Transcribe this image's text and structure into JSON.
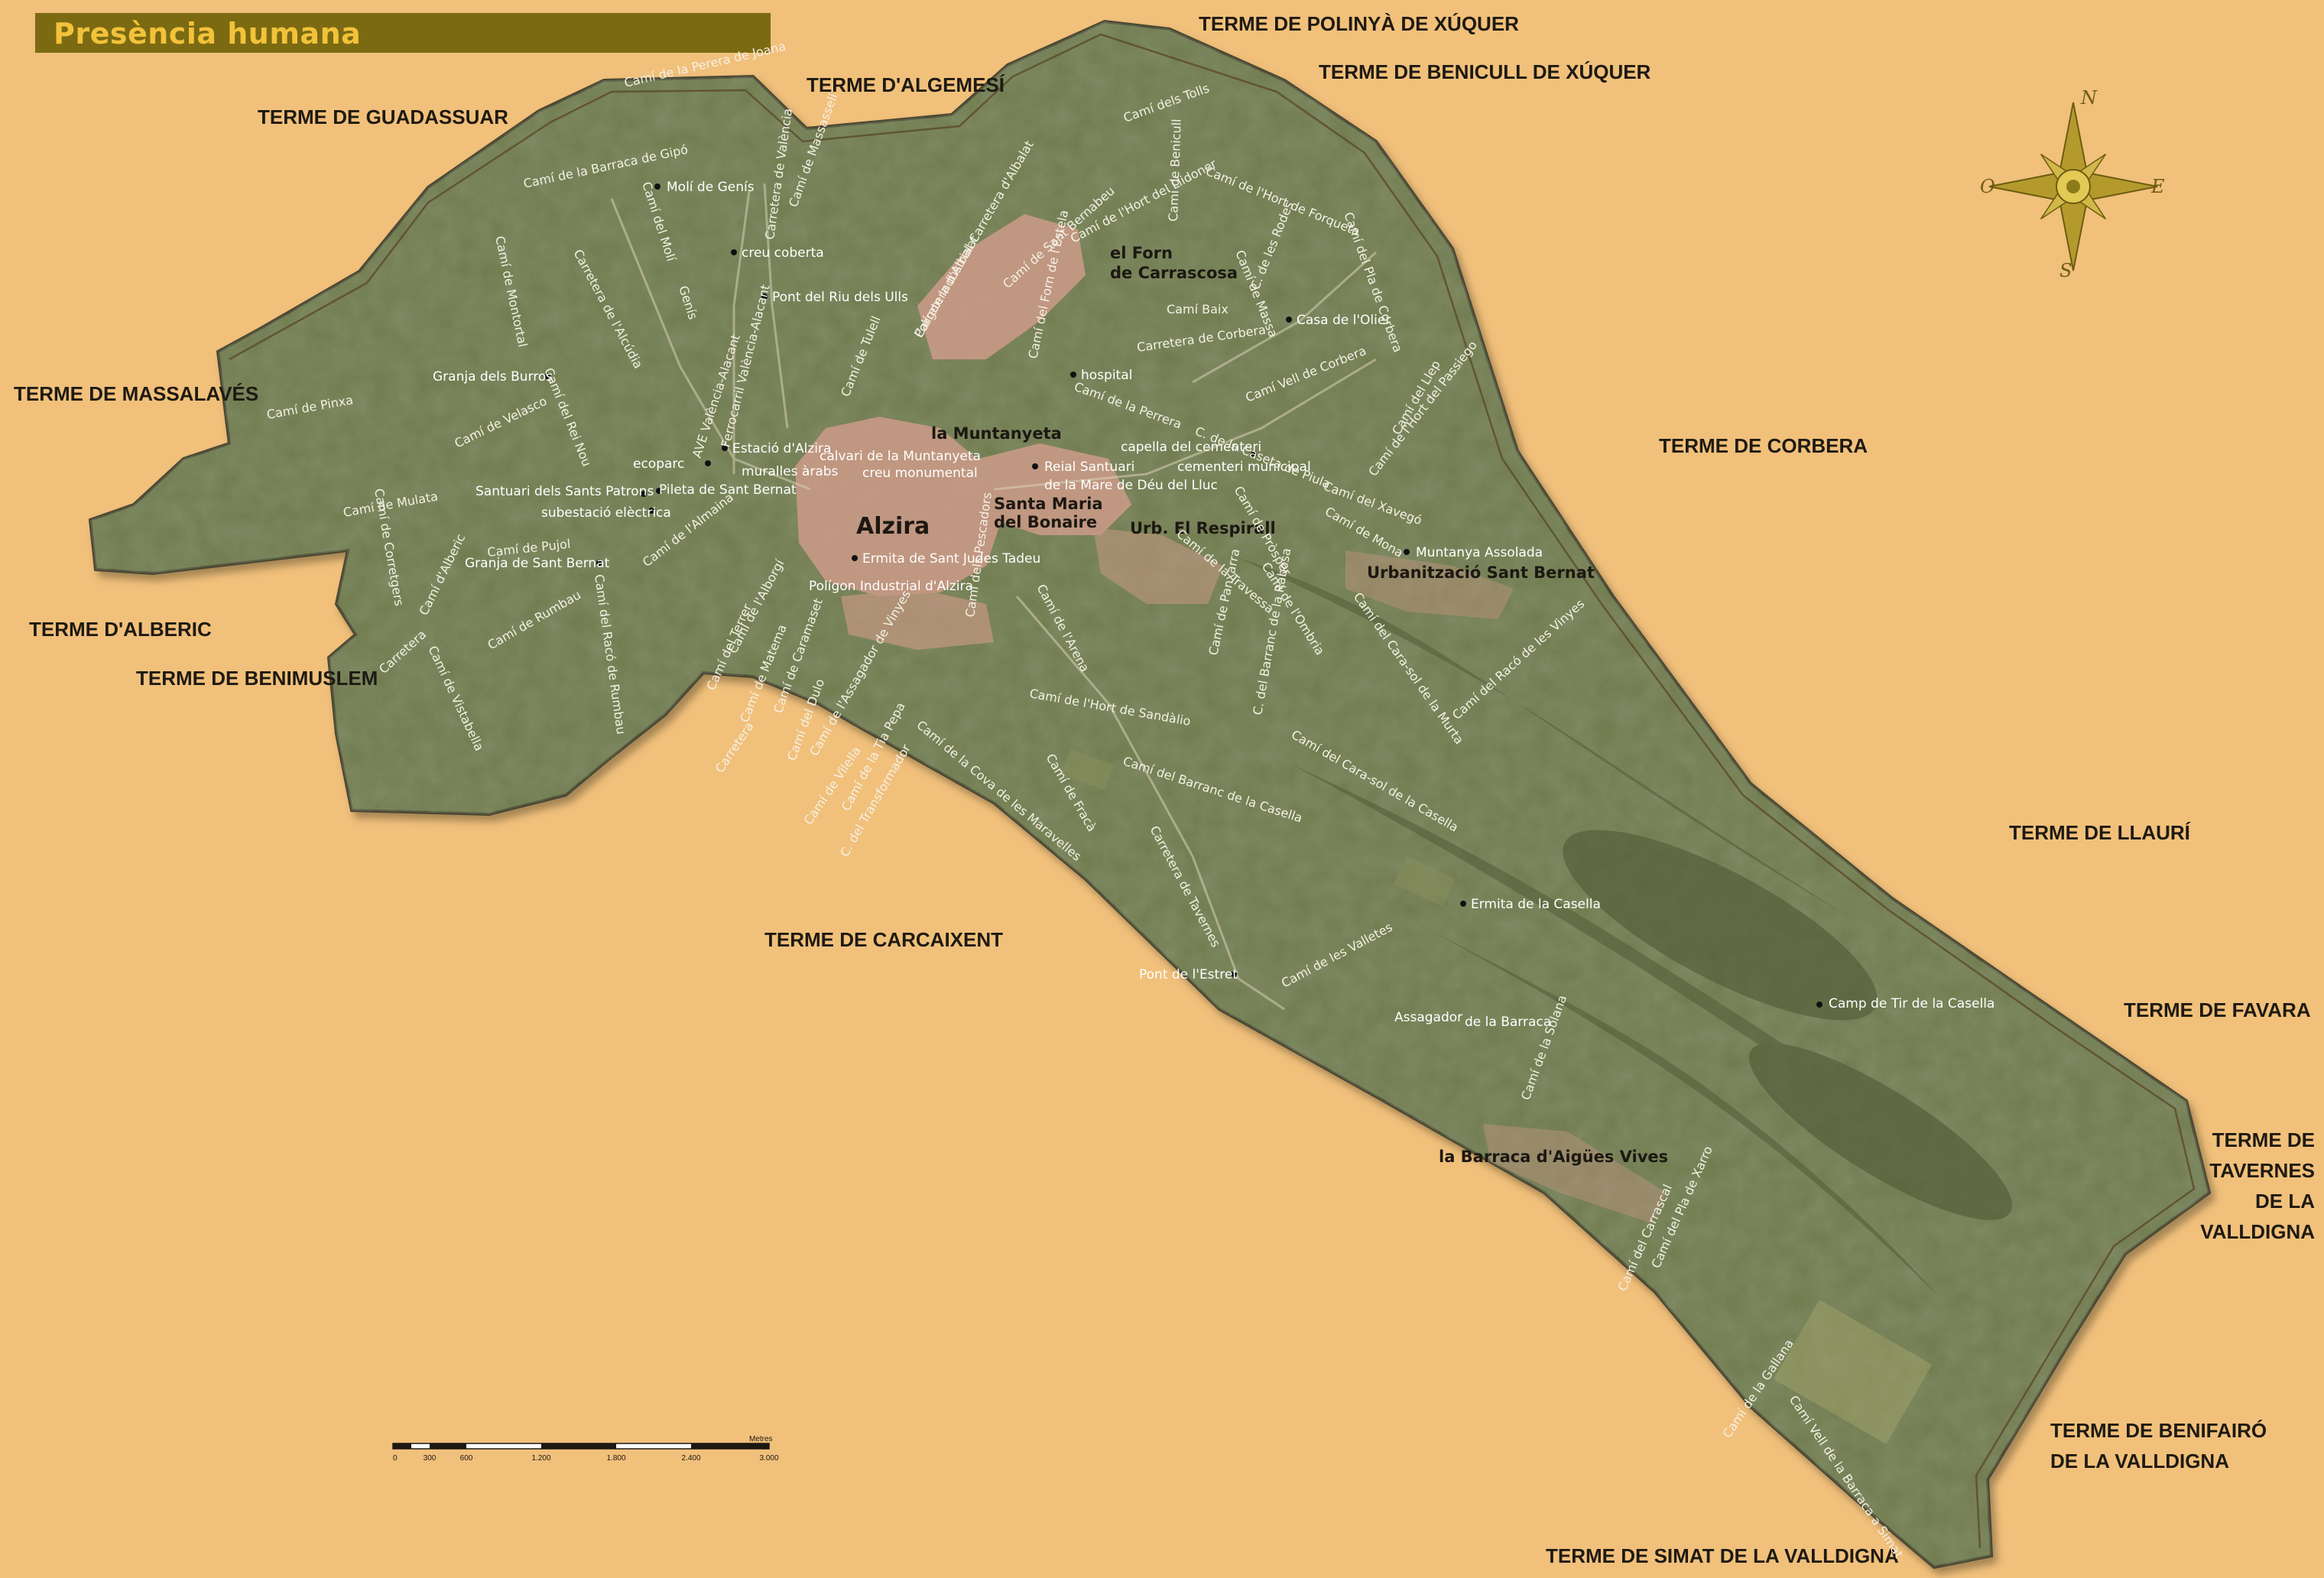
{
  "title": "Presència humana",
  "colors": {
    "background": "#f1c07b",
    "terrain": "#6f7a4e",
    "terrain_dark": "#54613a",
    "urban": "#c99a86",
    "title_bar": "#7b6a12",
    "title_text": "#f2c23a",
    "compass": "#b49a2c"
  },
  "compass": {
    "n": "N",
    "e": "E",
    "s": "S",
    "o": "O"
  },
  "scale_bar": {
    "unit": "Metres",
    "ticks": [
      "0",
      "300",
      "600",
      "1.200",
      "1.800",
      "2.400",
      "3.000"
    ]
  },
  "termes": [
    {
      "label": "TERME DE POLINYÀ DE XÚQUER"
    },
    {
      "label": "TERME DE BENICULL DE XÚQUER"
    },
    {
      "label": "TERME D'ALGEMESÍ"
    },
    {
      "label": "TERME DE GUADASSUAR"
    },
    {
      "label": "TERME DE MASSALAVÉS"
    },
    {
      "label": "TERME D'ALBERIC"
    },
    {
      "label": "TERME DE BENIMUSLEM"
    },
    {
      "label": "TERME DE CORBERA"
    },
    {
      "label": "TERME DE LLAURÍ"
    },
    {
      "label": "TERME DE FAVARA"
    },
    {
      "lines": [
        "TERME DE",
        "TAVERNES",
        "DE LA",
        "VALLDIGNA"
      ]
    },
    {
      "lines": [
        "TERME DE BENIFAIRÓ",
        "DE LA VALLDIGNA"
      ]
    },
    {
      "label": "TERME DE SIMAT DE LA VALLDIGNA"
    },
    {
      "label": "TERME DE CARCAIXENT"
    }
  ],
  "major_places": [
    {
      "label": "Alzira"
    },
    {
      "label": "la Muntanyeta"
    },
    {
      "lines": [
        "Santa Maria",
        "del Bonaire"
      ]
    },
    {
      "label": "Urb. El Respirall"
    },
    {
      "lines": [
        "el Forn",
        "de Carrascosa"
      ]
    },
    {
      "label": "Urbanització Sant Bernat"
    },
    {
      "label": "la Barraca d'Aigües Vives"
    }
  ],
  "places": [
    {
      "label": "Molí de Genís"
    },
    {
      "label": "creu coberta"
    },
    {
      "label": "Pont del Riu dels Ulls"
    },
    {
      "label": "Granja dels Burros"
    },
    {
      "label": "ecoparc"
    },
    {
      "label": "Estació d'Alzira"
    },
    {
      "label": "muralles àrabs"
    },
    {
      "label": "Pileta de Sant Bernat"
    },
    {
      "label": "Santuari dels Sants Patrons"
    },
    {
      "label": "subestació elèctrica"
    },
    {
      "label": "Granja de Sant Bernat"
    },
    {
      "label": "calvari de la Muntanyeta"
    },
    {
      "label": "creu monumental"
    },
    {
      "label": "Reial Santuari"
    },
    {
      "label": "de la Mare de Déu del Lluc"
    },
    {
      "label": "Ermita de Sant Judes Tadeu"
    },
    {
      "label": "Polígon Industrial d'Alzira"
    },
    {
      "label": "hospital"
    },
    {
      "label": "capella del cementeri"
    },
    {
      "label": "cementeri municipal"
    },
    {
      "label": "Casa de l'Olier"
    },
    {
      "label": "Muntanya Assolada"
    },
    {
      "label": "Ermita de la Casella"
    },
    {
      "label": "Pont de l'Estret"
    },
    {
      "label": "Camp de Tir de la Casella"
    },
    {
      "label": "Assagador"
    },
    {
      "label": "de la Barraca"
    }
  ],
  "roads": [
    {
      "label": "Camí de la Perera de Joana"
    },
    {
      "label": "Camí de la Barraca de Gipó"
    },
    {
      "label": "Camí del Molí"
    },
    {
      "label": "Genís"
    },
    {
      "label": "Carretera de l'Alcúdia"
    },
    {
      "label": "Camí de Montortal"
    },
    {
      "label": "Camí de Pinxa"
    },
    {
      "label": "Camí del Rei Nou"
    },
    {
      "label": "Camí de Velasco"
    },
    {
      "label": "Camí de Mulata"
    },
    {
      "label": "Camí de Pujol"
    },
    {
      "label": "Camí de Corretgers"
    },
    {
      "label": "Camí d'Alberic"
    },
    {
      "label": "Camí de Vistabella"
    },
    {
      "label": "Camí de Rumbau"
    },
    {
      "label": "Carretera"
    },
    {
      "label": "Camí del Racó de Rumbau"
    },
    {
      "label": "Camí de l'Almaina"
    },
    {
      "label": "AVE València-Alacant"
    },
    {
      "label": "Ferrocarril València-Alacant"
    },
    {
      "label": "Carretera de València"
    },
    {
      "label": "Camí de Massasseli"
    },
    {
      "label": "Camí de Tulell"
    },
    {
      "label": "Polígon Industrial Carretera d'Albalat"
    },
    {
      "label": "Carretera d'Albalat"
    },
    {
      "label": "Camí de Sant Bernabeu"
    },
    {
      "label": "Camí dels Tolls"
    },
    {
      "label": "Camí de l'Hort del Llidoner"
    },
    {
      "label": "Camí de l'Hort de Forqueta"
    },
    {
      "label": "Camí del Forn de l'Estela"
    },
    {
      "label": "Camí de Benicull"
    },
    {
      "label": "Camí Baix"
    },
    {
      "label": "Carretera de Corbera"
    },
    {
      "label": "C. de les Rodes"
    },
    {
      "label": "Camí de Massa"
    },
    {
      "label": "Camí del Pla de Corbera"
    },
    {
      "label": "Camí de la Perrera"
    },
    {
      "label": "C. de la Caseta de Piula"
    },
    {
      "label": "Camí Vell de Corbera"
    },
    {
      "label": "Camí de l'Hort del Passiego"
    },
    {
      "label": "Camí del Llep"
    },
    {
      "label": "Camí del Xavegó"
    },
    {
      "label": "Camí de Mona"
    },
    {
      "label": "Camí de Pròsper"
    },
    {
      "label": "Camí de la Travessa"
    },
    {
      "label": "Camí de l'Ombria"
    },
    {
      "label": "Camí de Panxarra"
    },
    {
      "label": "Camí del Cara-sol de la Murta"
    },
    {
      "label": "Camí del Racó de les Vinyes"
    },
    {
      "label": "Camí de l'Alborgí"
    },
    {
      "label": "Camí del Terrer"
    },
    {
      "label": "Camí de Matema"
    },
    {
      "label": "Camí de Caramaset"
    },
    {
      "label": "Camí de l'Assagador de Vinyes"
    },
    {
      "label": "Camí dels Pescadors"
    },
    {
      "label": "Camí de l'Arena"
    },
    {
      "label": "Camí de l'Hort de Sandàlio"
    },
    {
      "label": "Camí del Barranc de la Casella"
    },
    {
      "label": "C. del Barranc de la Rabosa"
    },
    {
      "label": "Camí del Cara-sol de la Casella"
    },
    {
      "label": "Carretera"
    },
    {
      "label": "Camí del Dulo"
    },
    {
      "label": "Camí de Vilella"
    },
    {
      "label": "Camí de la Tia Pepa"
    },
    {
      "label": "Camí de la Cova de les Maravelles"
    },
    {
      "label": "C. del Transformador"
    },
    {
      "label": "Camí de Fracà"
    },
    {
      "label": "Carretera de Tavernes"
    },
    {
      "label": "Camí de les Valletes"
    },
    {
      "label": "Camí de la Solana"
    },
    {
      "label": "Camí del Carrascal"
    },
    {
      "label": "Camí del Pla de Xarro"
    },
    {
      "label": "Camí de la Gallana"
    },
    {
      "label": "Camí Vell de la Barraca a Simat"
    }
  ]
}
